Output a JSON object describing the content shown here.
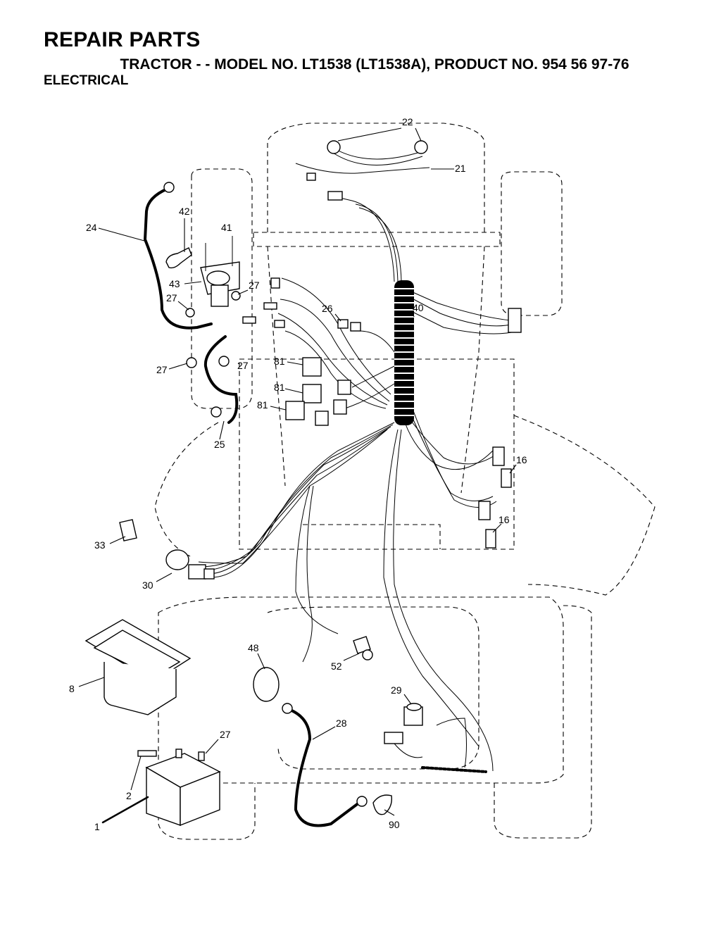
{
  "header": {
    "title": "REPAIR PARTS",
    "subtitle": "TRACTOR - - MODEL NO. LT1538 (LT1538A), PRODUCT NO. 954 56 97-76",
    "section": "ELECTRICAL"
  },
  "callouts": {
    "c22": "22",
    "c21": "21",
    "c24": "24",
    "c42": "42",
    "c41": "41",
    "c43": "43",
    "c27a": "27",
    "c27b": "27",
    "c27c": "27",
    "c27d": "27",
    "c27e": "27",
    "c26": "26",
    "c40": "40",
    "c81a": "81",
    "c81b": "81",
    "c81c": "81",
    "c25": "25",
    "c16a": "16",
    "c16b": "16",
    "c33": "33",
    "c30": "30",
    "c48": "48",
    "c52": "52",
    "c8": "8",
    "c29": "29",
    "c28": "28",
    "c2": "2",
    "c1": "1",
    "c90": "90"
  }
}
